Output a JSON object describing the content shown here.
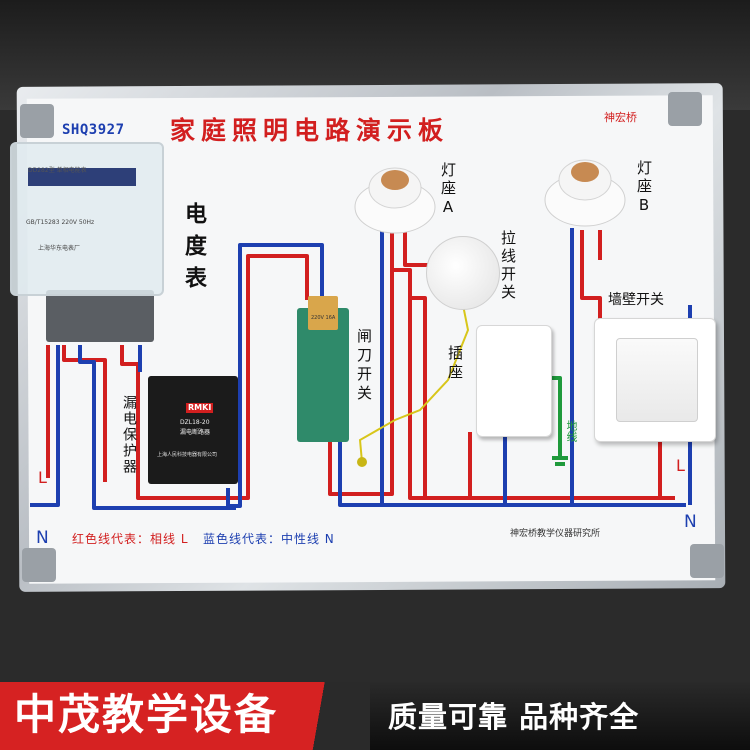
{
  "board": {
    "model": "SHQ3927",
    "title": "家庭照明电路演示板",
    "brand_logo": "神宏桥",
    "institute": "神宏桥教学仪器研究所"
  },
  "labels": {
    "meter": "电度表",
    "lamp_holder_a": "灯座A",
    "lamp_holder_b": "灯座B",
    "pull_switch": "拉线开关",
    "wall_switch": "墙壁开关",
    "knife_switch": "闸刀开关",
    "socket": "插座",
    "leakage_protector": "漏电保护器",
    "ground_wire": "地线",
    "live_left": "L",
    "live_right": "L",
    "neutral_left": "N",
    "neutral_right": "N"
  },
  "legend": {
    "red_text": "红色线代表：相线 L",
    "blue_text": "蓝色线代表：中性线 N"
  },
  "devices": {
    "meter_model": "DD282型 单相电能表",
    "meter_spec": "GB/T15283  220V  50Hz",
    "meter_maker": "上海华东电表厂",
    "rcd_brand": "RMKI",
    "rcd_model": "DZL18-20",
    "rcd_name": "漏电断路器",
    "rcd_maker": "上海人民科技电器有限公司",
    "knife_rating": "220V 16A"
  },
  "footer": {
    "brand": "中茂教学设备",
    "slogan": "质量可靠 品种齐全"
  },
  "colors": {
    "live_wire": "#d21f1f",
    "neutral_wire": "#1d3fb0",
    "ground_wire": "#1f9a3c",
    "footer_brand_bg": "#d62222"
  }
}
